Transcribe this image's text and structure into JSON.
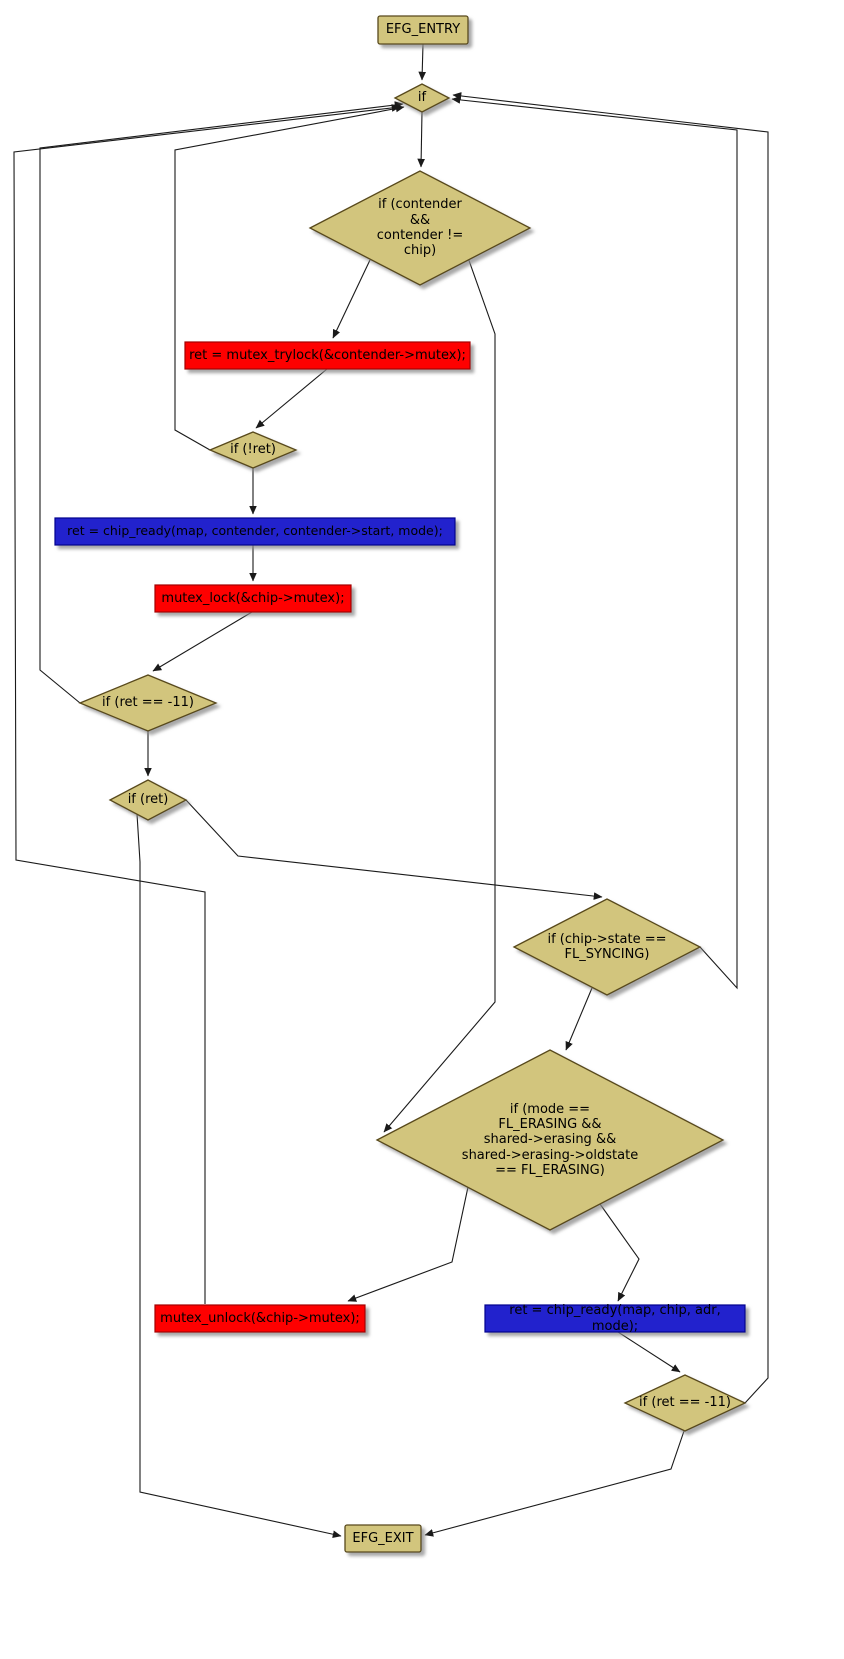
{
  "diagram": {
    "kind": "control-flow-graph",
    "nodes": {
      "entry": {
        "label": "EFG_ENTRY",
        "type": "terminal"
      },
      "if_top": {
        "label": "if",
        "type": "decision"
      },
      "if_contender": {
        "label": "if (contender\n&&\ncontender !=\nchip)",
        "type": "decision"
      },
      "mutex_trylock": {
        "label": "ret = mutex_trylock(&contender->mutex);",
        "type": "statement-red"
      },
      "if_not_ret": {
        "label": "if (!ret)",
        "type": "decision"
      },
      "chip_ready_contender": {
        "label": "ret = chip_ready(map, contender, contender->start, mode);",
        "type": "statement-blue"
      },
      "mutex_lock": {
        "label": "mutex_lock(&chip->mutex);",
        "type": "statement-red"
      },
      "if_ret_eagain_1": {
        "label": "if (ret == -11)",
        "type": "decision"
      },
      "if_ret": {
        "label": "if (ret)",
        "type": "decision"
      },
      "if_syncing": {
        "label": "if (chip->state ==\nFL_SYNCING)",
        "type": "decision"
      },
      "if_erasing": {
        "label": "if (mode ==\nFL_ERASING &&\nshared->erasing &&\nshared->erasing->oldstate\n== FL_ERASING)",
        "type": "decision"
      },
      "mutex_unlock": {
        "label": "mutex_unlock(&chip->mutex);",
        "type": "statement-red"
      },
      "chip_ready_chip": {
        "label": "ret = chip_ready(map, chip, adr, mode);",
        "type": "statement-blue"
      },
      "if_ret_eagain_2": {
        "label": "if (ret == -11)",
        "type": "decision"
      },
      "exit": {
        "label": "EFG_EXIT",
        "type": "terminal"
      }
    },
    "colors": {
      "node_fill": "#d2c57d",
      "node_border": "#58491a",
      "red_fill": "#fe0000",
      "red_border": "#a40000",
      "blue_fill": "#2424cd",
      "blue_border": "#00008e",
      "edge_color": "#1a1a1a",
      "canvas_bg": "#ffffff",
      "text_color": "#000000"
    }
  }
}
